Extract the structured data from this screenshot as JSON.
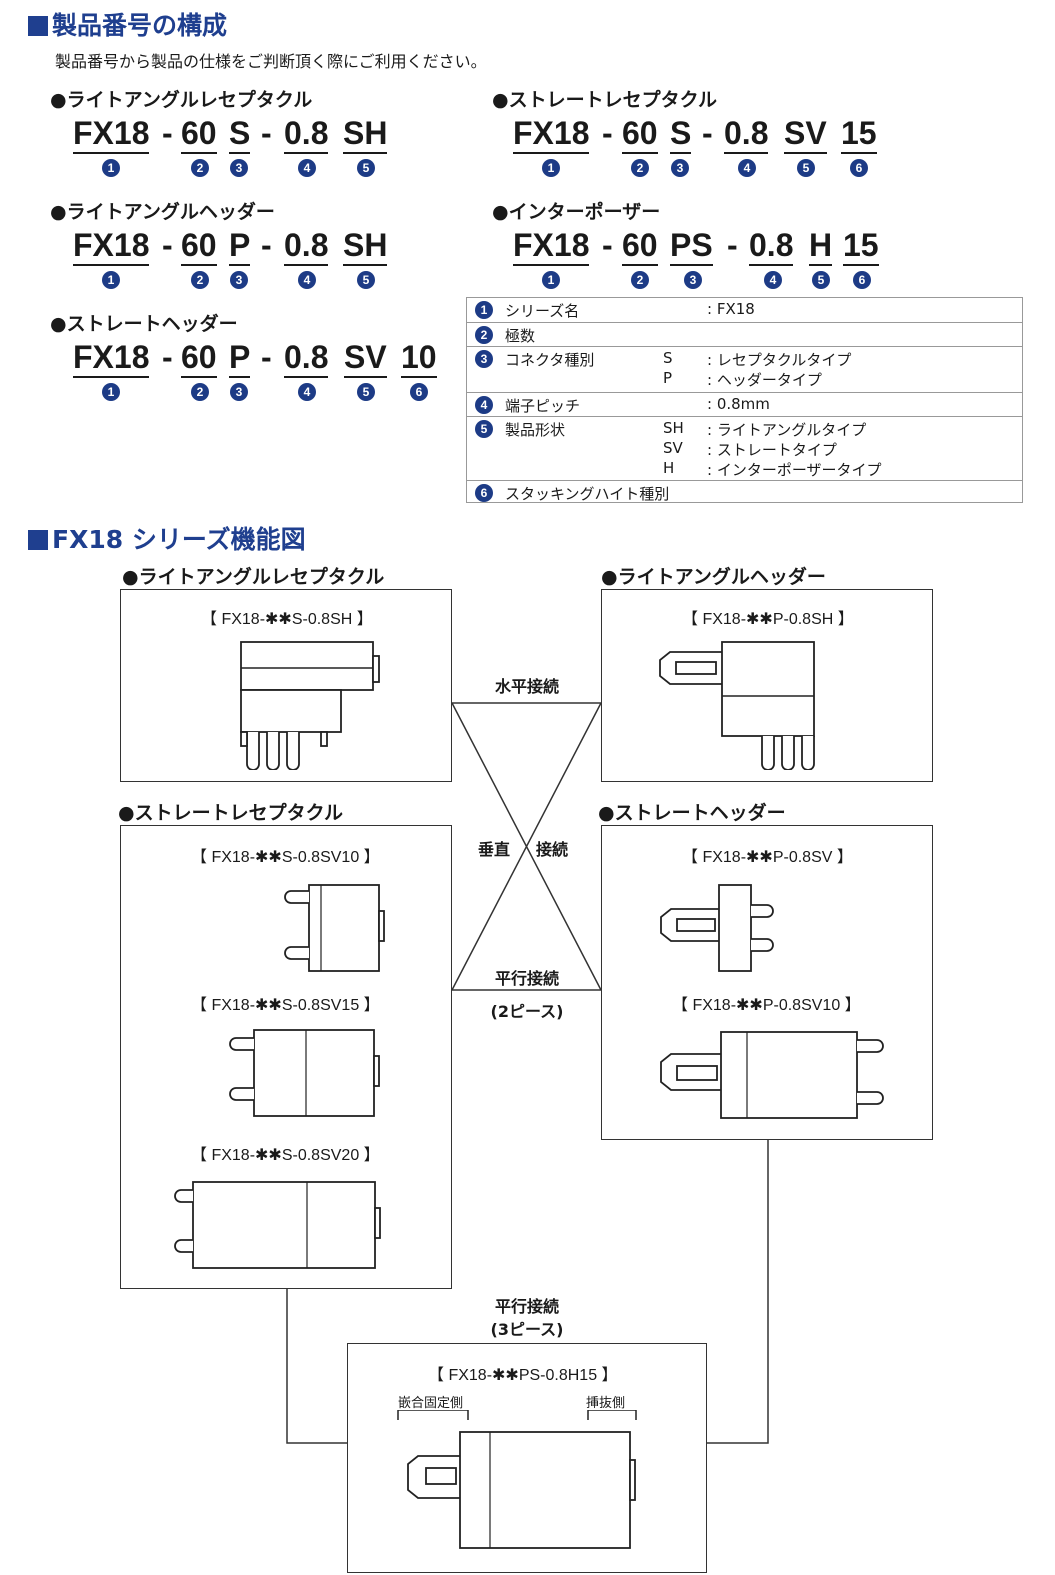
{
  "section1": {
    "title": "製品番号の構成",
    "intro": "製品番号から製品の仕様をご判断頂く際にご利用ください。",
    "blocks": [
      {
        "name": "●ライトアングルレセプタクル",
        "segs": [
          "FX18",
          "-",
          "60",
          "S",
          "-",
          "0.8",
          "SH"
        ],
        "nums": [
          "1",
          "2",
          "3",
          "4",
          "5"
        ]
      },
      {
        "name": "●ストレートレセプタクル",
        "segs": [
          "FX18",
          "-",
          "60",
          "S",
          "-",
          "0.8",
          "SV",
          "15"
        ],
        "nums": [
          "1",
          "2",
          "3",
          "4",
          "5",
          "6"
        ]
      },
      {
        "name": "●ライトアングルヘッダー",
        "segs": [
          "FX18",
          "-",
          "60",
          "P",
          "-",
          "0.8",
          "SH"
        ],
        "nums": [
          "1",
          "2",
          "3",
          "4",
          "5"
        ]
      },
      {
        "name": "●インターポーザー",
        "segs": [
          "FX18",
          "-",
          "60",
          "PS",
          "-",
          "0.8",
          "H",
          "15"
        ],
        "nums": [
          "1",
          "2",
          "3",
          "4",
          "5",
          "6"
        ]
      },
      {
        "name": "●ストレートヘッダー",
        "segs": [
          "FX18",
          "-",
          "60",
          "P",
          "-",
          "0.8",
          "SV",
          "10"
        ],
        "nums": [
          "1",
          "2",
          "3",
          "4",
          "5",
          "6"
        ]
      }
    ],
    "legend": [
      {
        "num": "1",
        "label": "シリーズ名",
        "codes": [
          ""
        ],
        "values": [
          ": FX18"
        ]
      },
      {
        "num": "2",
        "label": "極数",
        "codes": [
          ""
        ],
        "values": [
          ""
        ]
      },
      {
        "num": "3",
        "label": "コネクタ種別",
        "codes": [
          "S",
          "P"
        ],
        "values": [
          ": レセプタクルタイプ",
          ": ヘッダータイプ"
        ]
      },
      {
        "num": "4",
        "label": "端子ピッチ",
        "codes": [
          ""
        ],
        "values": [
          ": 0.8mm"
        ]
      },
      {
        "num": "5",
        "label": "製品形状",
        "codes": [
          "SH",
          "SV",
          "H"
        ],
        "values": [
          ": ライトアングルタイプ",
          ": ストレートタイプ",
          ": インターポーザータイプ"
        ]
      },
      {
        "num": "6",
        "label": "スタッキングハイト種別",
        "codes": [
          ""
        ],
        "values": [
          ""
        ]
      }
    ]
  },
  "section2": {
    "title": "FX18 シリーズ機能図",
    "ra_receptacle": {
      "title": "●ライトアングルレセプタクル",
      "caption": "【 FX18-✱✱S-0.8SH 】"
    },
    "ra_header": {
      "title": "●ライトアングルヘッダー",
      "caption": "【 FX18-✱✱P-0.8SH 】"
    },
    "st_receptacle": {
      "title": "●ストレートレセプタクル",
      "captions": [
        "【 FX18-✱✱S-0.8SV10 】",
        "【 FX18-✱✱S-0.8SV15 】",
        "【 FX18-✱✱S-0.8SV20 】"
      ]
    },
    "st_header": {
      "title": "●ストレートヘッダー",
      "captions": [
        "【 FX18-✱✱P-0.8SV 】",
        "【 FX18-✱✱P-0.8SV10 】"
      ]
    },
    "interposer": {
      "caption": "【 FX18-✱✱PS-0.8H15 】",
      "left_label": "嵌合固定側",
      "right_label": "挿抜側"
    },
    "connections": {
      "horizontal": "水平接続",
      "vertical_a": "垂直",
      "vertical_b": "接続",
      "parallel2_a": "平行接続",
      "parallel2_b": "(2ピース)",
      "parallel3_a": "平行接続",
      "parallel3_b": "(3ピース)"
    }
  }
}
